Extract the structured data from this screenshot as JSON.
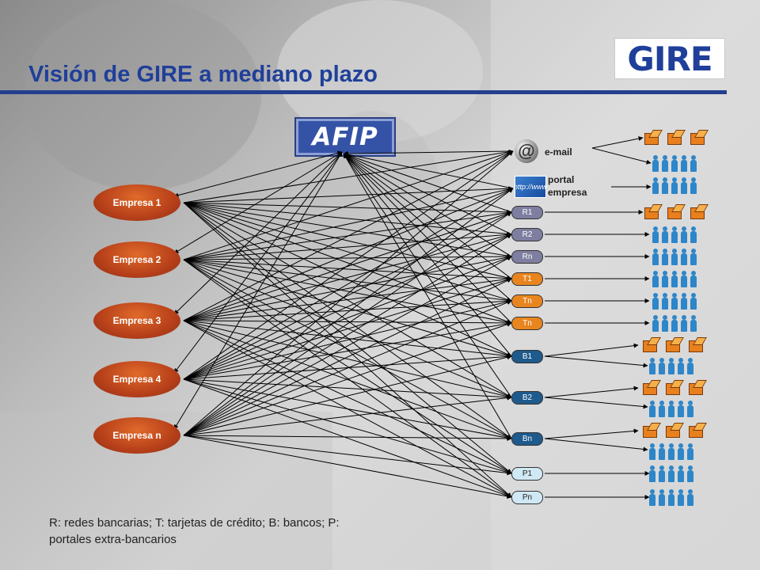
{
  "title": "Visión de GIRE a mediano plazo",
  "logo_text": "GIRE",
  "logo_color": "#1f3f9a",
  "afip_text": "AFIP",
  "empresas": [
    "Empresa 1",
    "Empresa 2",
    "Empresa 3",
    "Empresa 4",
    "Empresa n"
  ],
  "channels": {
    "email": {
      "icon": "at-sign-icon",
      "glyph": "@",
      "label": "e-mail"
    },
    "portal": {
      "icon": "web-browser-icon",
      "glyph": "http://www",
      "label_line1": "portal",
      "label_line2": "empresa"
    },
    "nodes": [
      {
        "label": "R1",
        "kind": "r"
      },
      {
        "label": "R2",
        "kind": "r"
      },
      {
        "label": "Rn",
        "kind": "r"
      },
      {
        "label": "T1",
        "kind": "t"
      },
      {
        "label": "Tn",
        "kind": "t"
      },
      {
        "label": "Tn",
        "kind": "t"
      },
      {
        "label": "B1",
        "kind": "b"
      },
      {
        "label": "B2",
        "kind": "b"
      },
      {
        "label": "Bn",
        "kind": "b"
      },
      {
        "label": "P1",
        "kind": "p"
      },
      {
        "label": "Pn",
        "kind": "p"
      }
    ]
  },
  "colors": {
    "empresa": "#b7401a",
    "redes": "#7e7ea0",
    "tarjetas": "#e8851e",
    "bancos": "#1e5a8c",
    "portales": "#cfe8f4",
    "people": "#2d86c9",
    "title": "#1f3f9a"
  },
  "legend_text": "R: redes bancarias; T: tarjetas de crédito; B: bancos; P: portales extra-bancarios"
}
